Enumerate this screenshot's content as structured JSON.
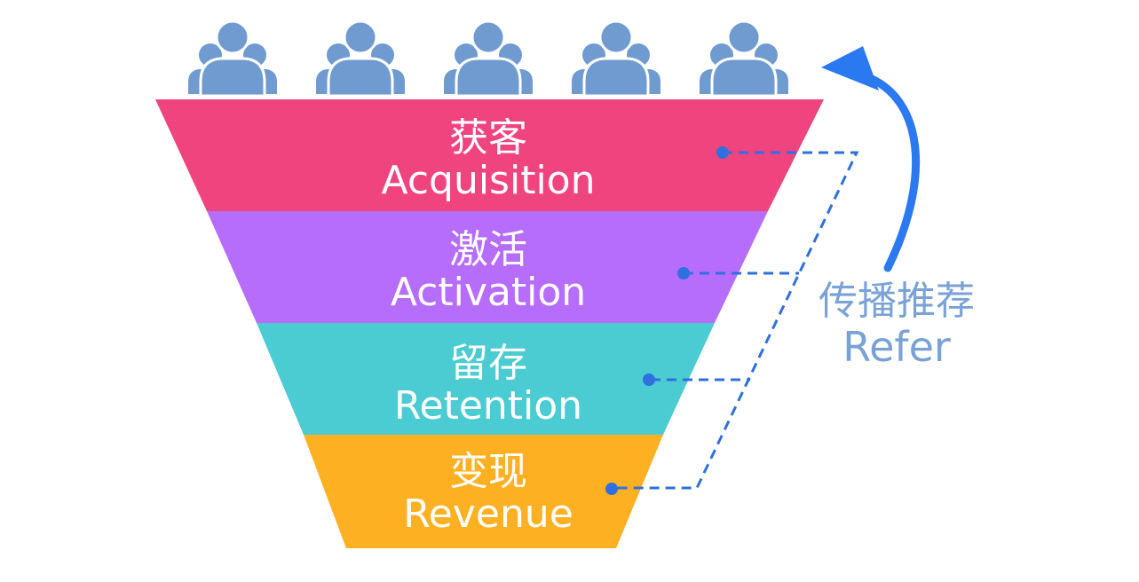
{
  "colors": {
    "acquisition": "#f0447f",
    "activation": "#b76dfb",
    "retention": "#4bccd2",
    "revenue": "#fdb022",
    "people": "#6f9bd0",
    "dashed": "#2f6fe0",
    "arrow": "#2b79f0",
    "refer_text": "#7aa2d6"
  },
  "people_icon": "people-group-icon",
  "people_count": 5,
  "stages": [
    {
      "key": "acquisition",
      "zh": "获客",
      "en": "Acquisition"
    },
    {
      "key": "activation",
      "zh": "激活",
      "en": "Activation"
    },
    {
      "key": "retention",
      "zh": "留存",
      "en": "Retention"
    },
    {
      "key": "revenue",
      "zh": "变现",
      "en": "Revenue"
    }
  ],
  "refer": {
    "zh": "传播推荐",
    "en": "Refer"
  }
}
